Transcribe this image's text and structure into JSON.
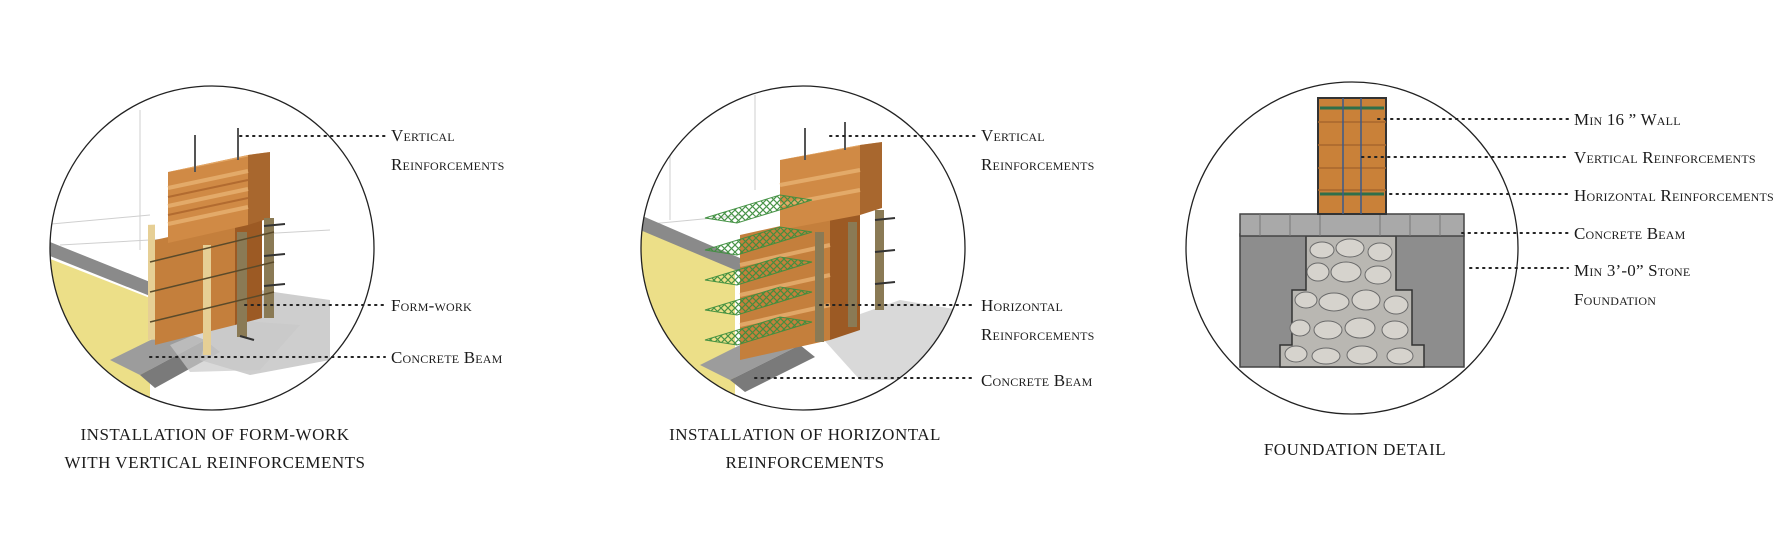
{
  "panels": [
    {
      "caption": [
        "INSTALLATION OF FORM-WORK",
        "WITH VERTICAL REINFORCEMENTS"
      ],
      "labels": [
        {
          "lines": [
            "Vertical",
            "Reinforcements"
          ]
        },
        {
          "lines": [
            "Form-work"
          ]
        },
        {
          "lines": [
            "Concrete Beam"
          ]
        }
      ]
    },
    {
      "caption": [
        "INSTALLATION OF HORIZONTAL",
        "REINFORCEMENTS"
      ],
      "labels": [
        {
          "lines": [
            "Vertical",
            "Reinforcements"
          ]
        },
        {
          "lines": [
            "Horizontal",
            "Reinforcements"
          ]
        },
        {
          "lines": [
            "Concrete Beam"
          ]
        }
      ]
    },
    {
      "caption": [
        "FOUNDATION DETAIL"
      ],
      "labels": [
        {
          "lines": [
            "Min 16 ” Wall"
          ]
        },
        {
          "lines": [
            "Vertical Reinforcements"
          ]
        },
        {
          "lines": [
            "Horizontal Reinforcements"
          ]
        },
        {
          "lines": [
            "Concrete Beam"
          ]
        },
        {
          "lines": [
            "Min 3’-0” Stone",
            "Foundation"
          ]
        }
      ]
    }
  ],
  "colors": {
    "earth_light": "#d9a25a",
    "earth_mid": "#c47f3c",
    "earth_dark": "#9c5a24",
    "formwork_wood": "#e6cf95",
    "formwork_post": "#8a7a55",
    "ground_yellow": "#ecdf88",
    "mesh_green": "#4f9a4a",
    "concrete": "#9b9b9b",
    "concrete_dark": "#6e6e6e",
    "stone": "#b9b7b2"
  }
}
